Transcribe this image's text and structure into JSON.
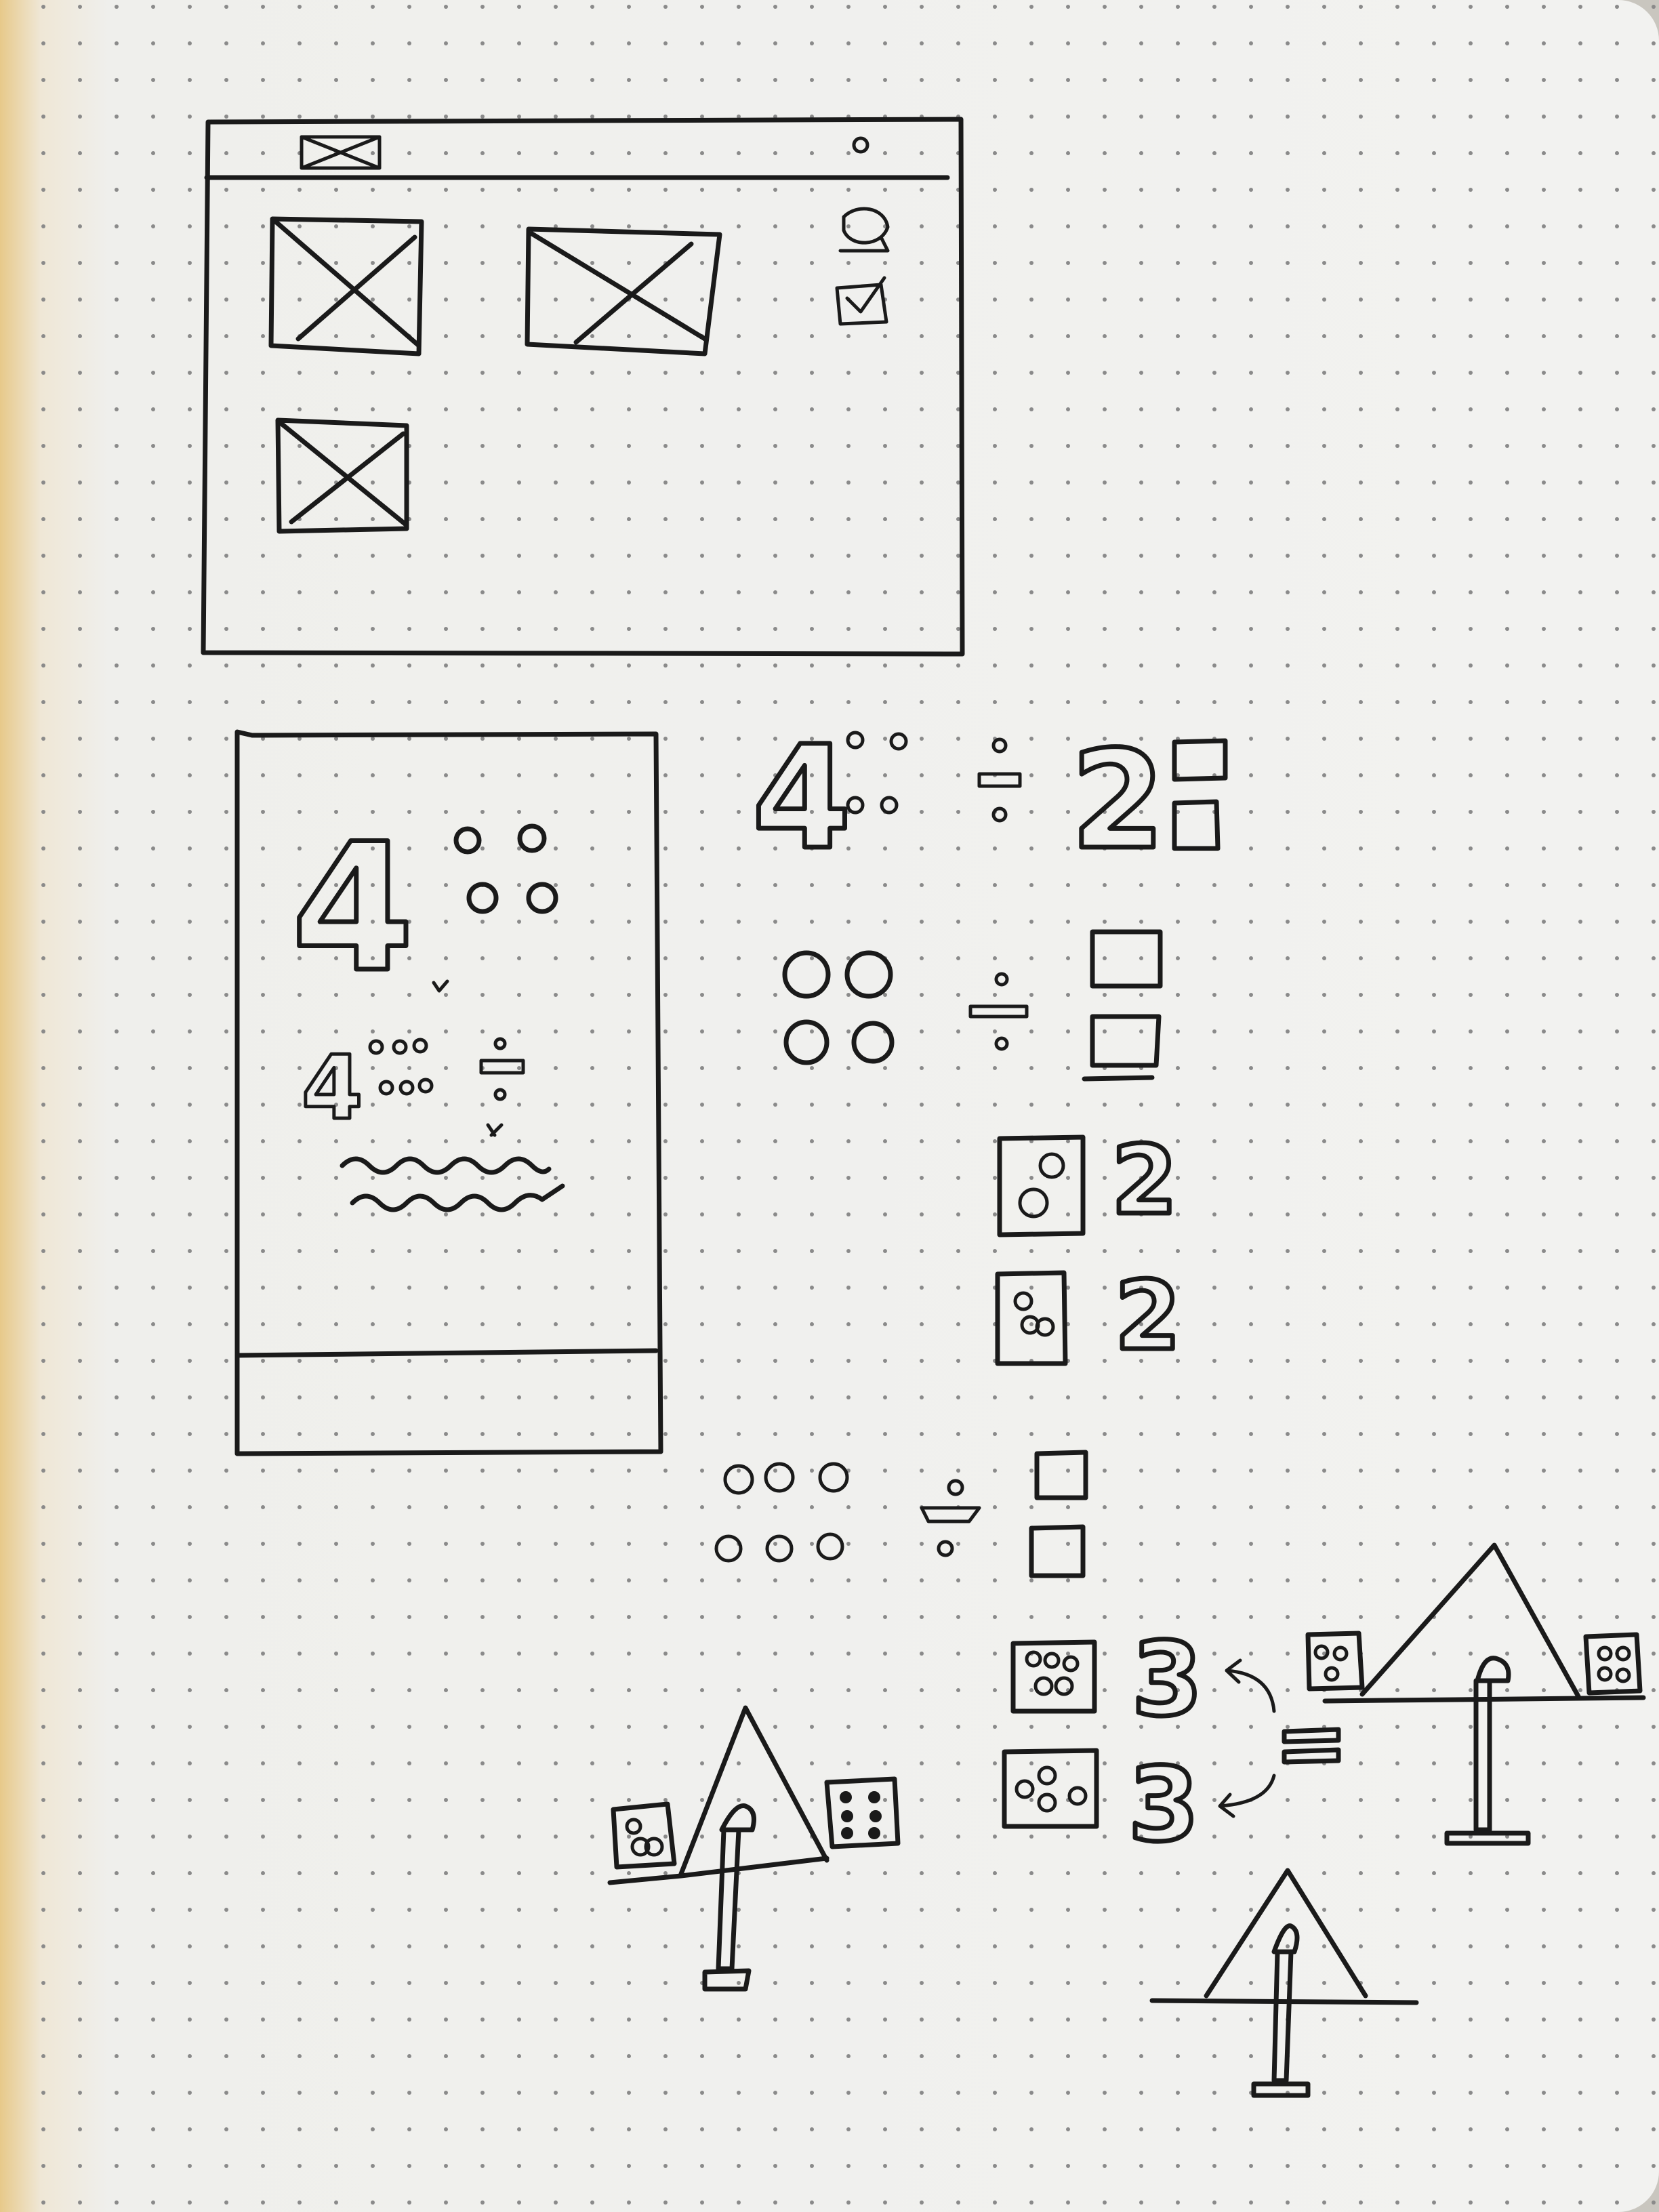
{
  "sketches": {
    "wireframe_desktop": {
      "label": "desktop-wireframe"
    },
    "wireframe_mobile": {
      "big_number": "4",
      "small_number": "4"
    },
    "division_row_1": {
      "dividend": "4",
      "divisor": "2"
    },
    "result_row_1": {
      "value": "2"
    },
    "result_row_2": {
      "value": "2"
    },
    "result_row_3": {
      "value": "3"
    },
    "result_row_4": {
      "value": "3"
    }
  },
  "colors": {
    "ink": "#1a1a1a",
    "paper": "#f2f2f0",
    "dot": "#8a8a8a"
  },
  "icons": [
    "image-placeholder-icon",
    "avatar-icon",
    "checklist-icon",
    "balance-scale-icon",
    "dice-icon"
  ]
}
